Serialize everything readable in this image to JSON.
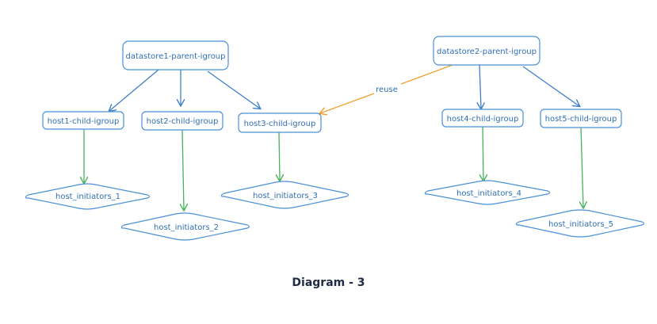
{
  "diagram": {
    "caption": "Diagram - 3",
    "colors": {
      "box_stroke": "#4a90d9",
      "text": "#2f6fb3",
      "edge_blue": "#3f7fc8",
      "edge_green": "#47b35a",
      "edge_orange": "#f0a030"
    },
    "nodes": {
      "ds1": "datastore1-parent-igroup",
      "ds2": "datastore2-parent-igroup",
      "h1": "host1-child-igroup",
      "h2": "host2-child-igroup",
      "h3": "host3-child-igroup",
      "h4": "host4-child-igroup",
      "h5": "host5-child-igroup",
      "i1": "host_initiators_1",
      "i2": "host_initiators_2",
      "i3": "host_initiators_3",
      "i4": "host_initiators_4",
      "i5": "host_initiators_5"
    },
    "edges": [
      {
        "from": "ds1",
        "to": "h1",
        "color": "blue"
      },
      {
        "from": "ds1",
        "to": "h2",
        "color": "blue"
      },
      {
        "from": "ds1",
        "to": "h3",
        "color": "blue"
      },
      {
        "from": "ds2",
        "to": "h3",
        "color": "orange",
        "label": "reuse"
      },
      {
        "from": "ds2",
        "to": "h4",
        "color": "blue"
      },
      {
        "from": "ds2",
        "to": "h5",
        "color": "blue"
      },
      {
        "from": "h1",
        "to": "i1",
        "color": "green"
      },
      {
        "from": "h2",
        "to": "i2",
        "color": "green"
      },
      {
        "from": "h3",
        "to": "i3",
        "color": "green"
      },
      {
        "from": "h4",
        "to": "i4",
        "color": "green"
      },
      {
        "from": "h5",
        "to": "i5",
        "color": "green"
      }
    ]
  }
}
